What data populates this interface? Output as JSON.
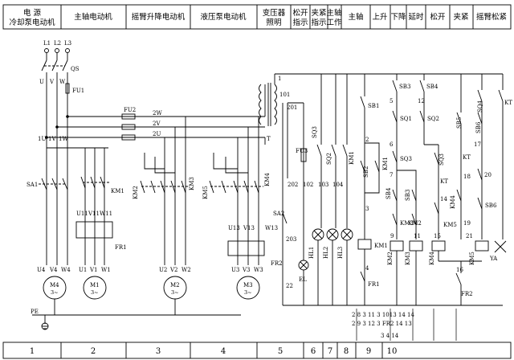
{
  "header": {
    "col1_line1": "电 源",
    "col1_line2": "冷却泵电动机",
    "col2": "主轴电动机",
    "col3": "摇臂升降电动机",
    "col4": "液压泵电动机",
    "col5_line1": "变压器",
    "col5_line2": "照明",
    "col6_line1": "松开",
    "col6_line2": "指示",
    "col7_line1": "夹紧",
    "col7_line2": "指示",
    "col8_line1": "主轴",
    "col8_line2": "工作",
    "col9": "主轴",
    "col10": "上升",
    "col11": "下降",
    "col12": "延时",
    "col13": "松开",
    "col14": "夹紧",
    "col15": "摇臂松紧"
  },
  "footer": [
    "1",
    "2",
    "3",
    "4",
    "5",
    "6",
    "7",
    "8",
    "9",
    "10"
  ],
  "labels": {
    "L1": "L1",
    "L2": "L2",
    "L3": "L3",
    "QS": "QS",
    "U": "U",
    "V": "V",
    "W": "W",
    "FU1": "FU1",
    "FU2": "FU2",
    "2W": "2W",
    "2V": "2V",
    "2U": "2U",
    "1U": "1U",
    "1V": "1V",
    "1W": "1W",
    "SA1": "SA1",
    "KM1": "KM1",
    "KM2": "KM2",
    "KM3": "KM3",
    "KM4": "KM4",
    "KM5": "KM5",
    "U11": "U11",
    "V11": "V11",
    "W11": "W11",
    "FR1": "FR1",
    "FR2": "FR2",
    "U13": "U13",
    "V13": "V13",
    "W13": "W13",
    "U4": "U4",
    "V4": "V4",
    "W4": "W4",
    "U1": "U1",
    "V1": "V1",
    "W1": "W1",
    "U2": "U2",
    "V2": "V2",
    "W2": "W2",
    "U3": "U3",
    "V3": "V3",
    "W3": "W3",
    "M4": "M4",
    "M1": "M1",
    "M2": "M2",
    "M3": "M3",
    "motor_sub": "3~",
    "PE": "PE",
    "T": "T",
    "n1": "1",
    "n101": "101",
    "n201": "201",
    "FU3": "FU3",
    "SQ3": "SQ3",
    "SQ2": "SQ2",
    "SQ1": "SQ1",
    "SQ4": "SQ4",
    "SA2": "SA2",
    "n202": "202",
    "n102": "102",
    "n103": "103",
    "n104": "104",
    "n203": "203",
    "EL": "EL",
    "HL1": "HL1",
    "HL2": "HL2",
    "HL3": "HL3",
    "n22": "22",
    "SB1": "SB1",
    "SB2": "SB2",
    "SB3": "SB3",
    "SB4": "SB4",
    "SB5": "SB5",
    "SB6": "SB6",
    "KT": "KT",
    "YA": "YA",
    "n2": "2",
    "n3": "3",
    "n4": "4",
    "n5": "5",
    "n6": "6",
    "n7": "7",
    "n8": "8",
    "n9": "9",
    "n10": "10",
    "n11": "11",
    "n12": "12",
    "n13": "13",
    "n14": "14",
    "n15": "15",
    "n16": "16",
    "n17": "17",
    "n18": "18",
    "n19": "19",
    "n20": "20",
    "n21": "21",
    "xref_row1": "2 8 3 11 3 1013 14 14",
    "xref_row2": "2 9 3 12 3 FR2 14 13",
    "xref_row3": "3 4 14"
  }
}
